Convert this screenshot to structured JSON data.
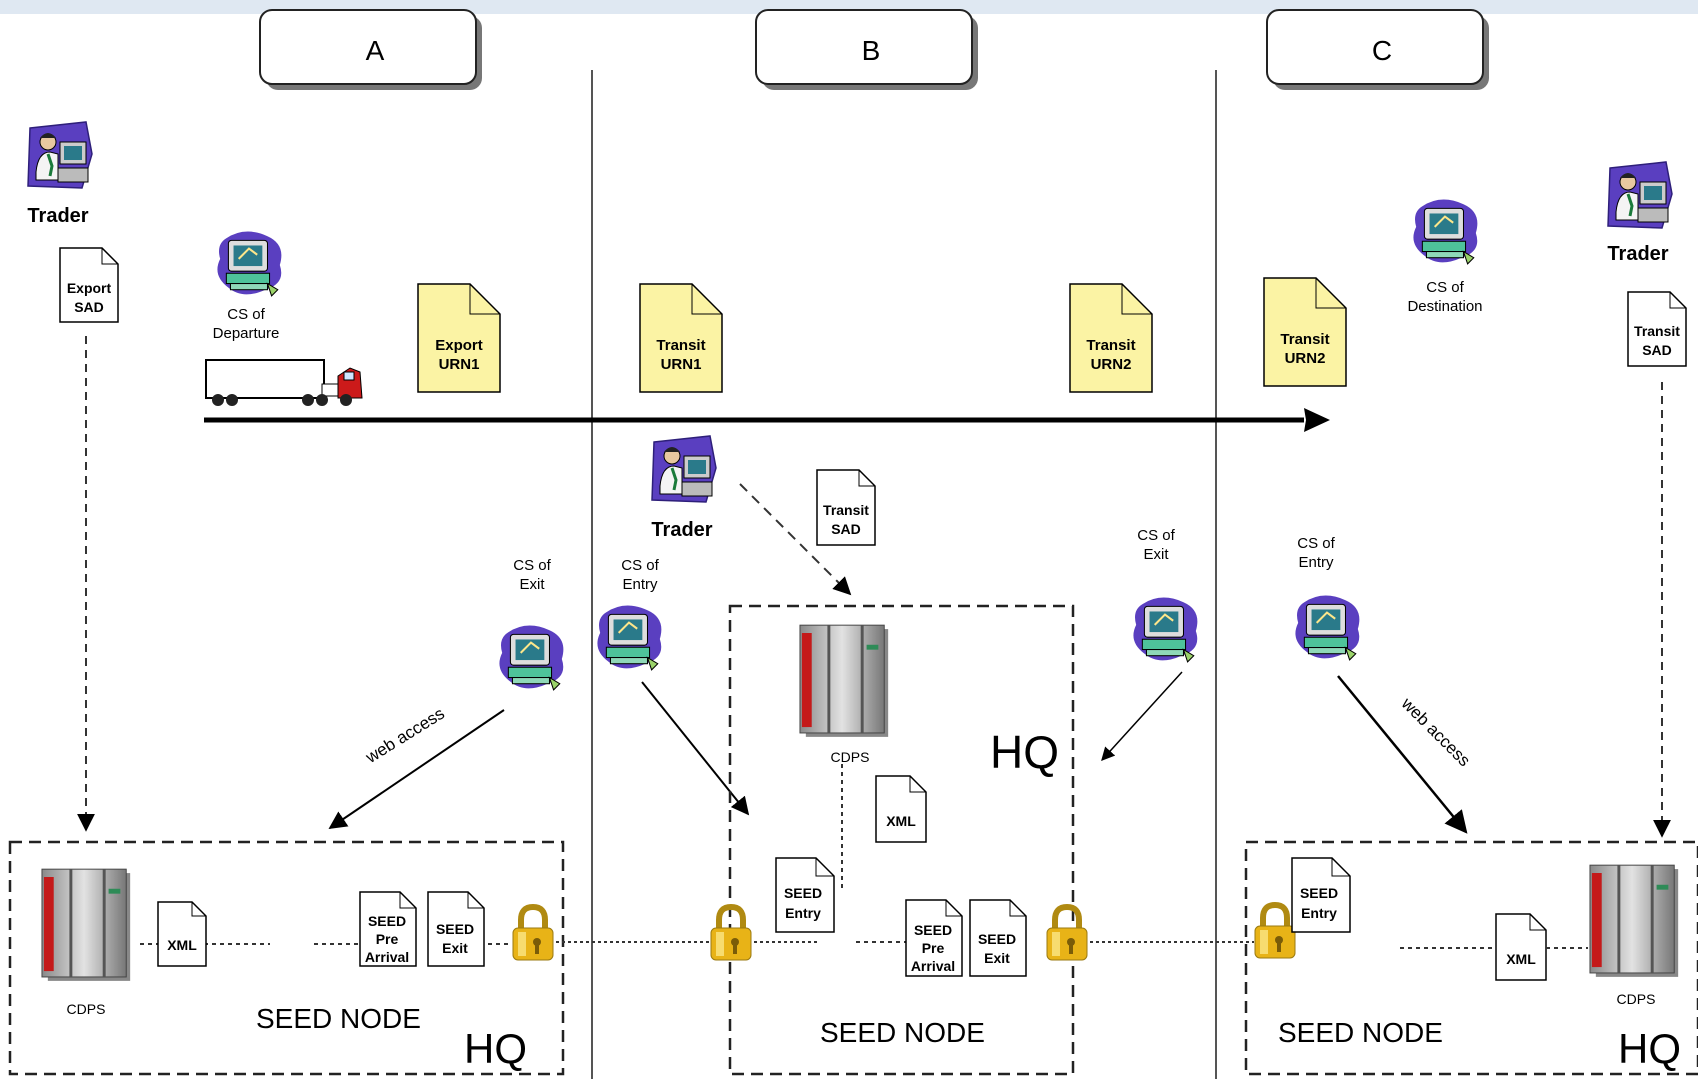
{
  "zones": [
    {
      "id": "zone-a",
      "label": "A"
    },
    {
      "id": "zone-b",
      "label": "B"
    },
    {
      "id": "zone-c",
      "label": "C"
    }
  ],
  "actors": {
    "trader": "Trader",
    "cs_departure": [
      "CS of",
      "Departure"
    ],
    "cs_exit": [
      "CS of",
      "Exit"
    ],
    "cs_entry": [
      "CS of",
      "Entry"
    ],
    "cs_destination": [
      "CS of",
      "Destination"
    ]
  },
  "docs": {
    "export_sad": [
      "Export",
      "SAD"
    ],
    "transit_sad": [
      "Transit",
      "SAD"
    ],
    "export_urn1": [
      "Export",
      "URN1"
    ],
    "transit_urn1": [
      "Transit",
      "URN1"
    ],
    "transit_urn2": [
      "Transit",
      "URN2"
    ],
    "xml": "XML",
    "seed_pre_arrival": [
      "SEED",
      "Pre",
      "Arrival"
    ],
    "seed_exit": [
      "SEED",
      "Exit"
    ],
    "seed_entry": [
      "SEED",
      "Entry"
    ]
  },
  "labels": {
    "cdps": "CDPS",
    "seed_node": "SEED NODE",
    "hq": "HQ",
    "web_access": "web access"
  },
  "colors": {
    "note_yellow": "#fbf3a4",
    "server_red": "#c41a1a",
    "screen_teal": "#2a7a8a",
    "lock_gold": "#e8b317",
    "bg_pattern": "#dfe8f2"
  }
}
